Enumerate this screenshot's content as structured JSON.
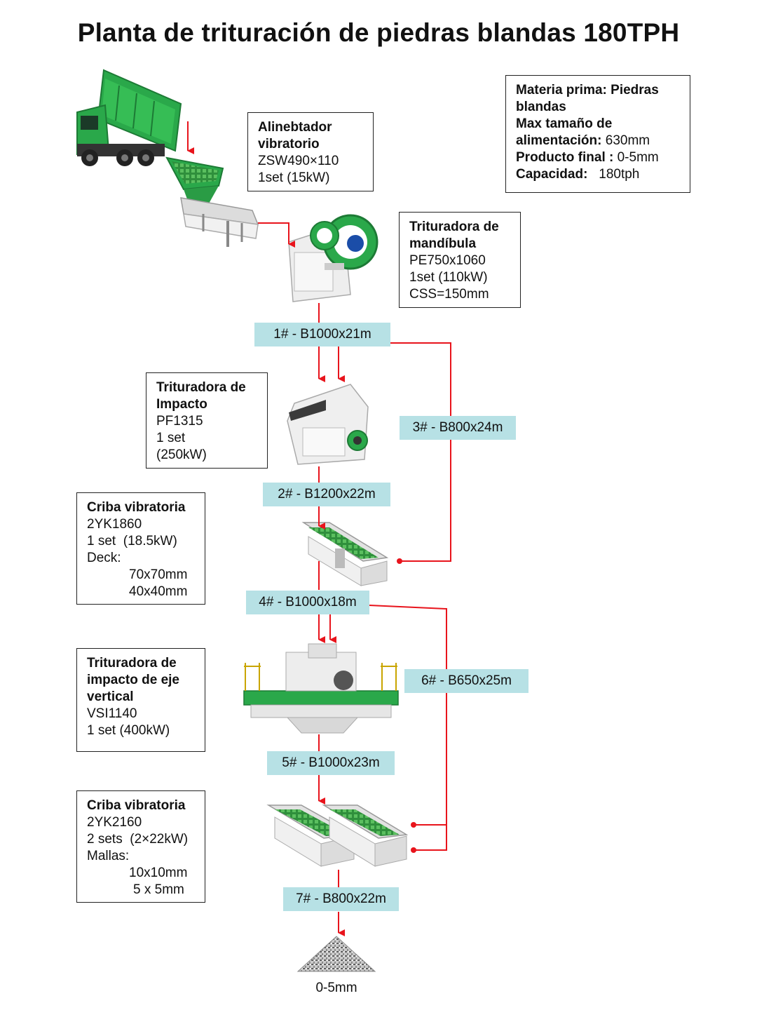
{
  "title": "Planta de trituración de piedras blandas 180TPH",
  "info": {
    "l1_bold": "Materia prima: Piedras",
    "l2_bold": "blandas",
    "l3_bold": "Max tamaño de",
    "l4_bold": "alimentación:",
    "l4_val": " 630mm",
    "l5_bold": "Producto final :",
    "l5_val": " 0-5mm",
    "l6_bold": "Capacidad:",
    "l6_val": "   180tph"
  },
  "feeder": {
    "name1": "Alinebtador",
    "name2": "vibratorio",
    "model": "ZSW490×110",
    "qty": "1set  (15kW)"
  },
  "jaw": {
    "name1": "Trituradora de",
    "name2": "mandíbula",
    "model": "PE750x1060",
    "qty": "1set  (110kW)",
    "css": "CSS=150mm"
  },
  "impact": {
    "name1": "Trituradora de",
    "name2": "Impacto",
    "model": "PF1315",
    "qty1": "1 set",
    "qty2": "(250kW)"
  },
  "screen1": {
    "name": "Criba vibratoria",
    "model": "2YK1860",
    "qty": "1 set  (18.5kW)",
    "deck": "Deck:",
    "d1": "70x70mm",
    "d2": "40x40mm"
  },
  "vsi": {
    "name1": "Trituradora de",
    "name2": "impacto de eje",
    "name3": "vertical",
    "model": "VSI1140",
    "qty": "1 set (400kW)"
  },
  "screen2": {
    "name": "Criba vibratoria",
    "model": "2YK2160",
    "qty": "2 sets  (2×22kW)",
    "mesh": "Mallas:",
    "m1": "10x10mm",
    "m2": "5 x 5mm"
  },
  "belts": {
    "b1": "1# - B1000x21m",
    "b2": "2# - B1200x22m",
    "b3": "3# - B800x24m",
    "b4": "4# - B1000x18m",
    "b5": "5# - B1000x23m",
    "b6": "6# - B650x25m",
    "b7": "7# - B800x22m"
  },
  "product": "0-5mm",
  "colors": {
    "flow": "#e8141c",
    "belt_bg": "#b7e1e5",
    "machine_green": "#2f9e3f"
  }
}
